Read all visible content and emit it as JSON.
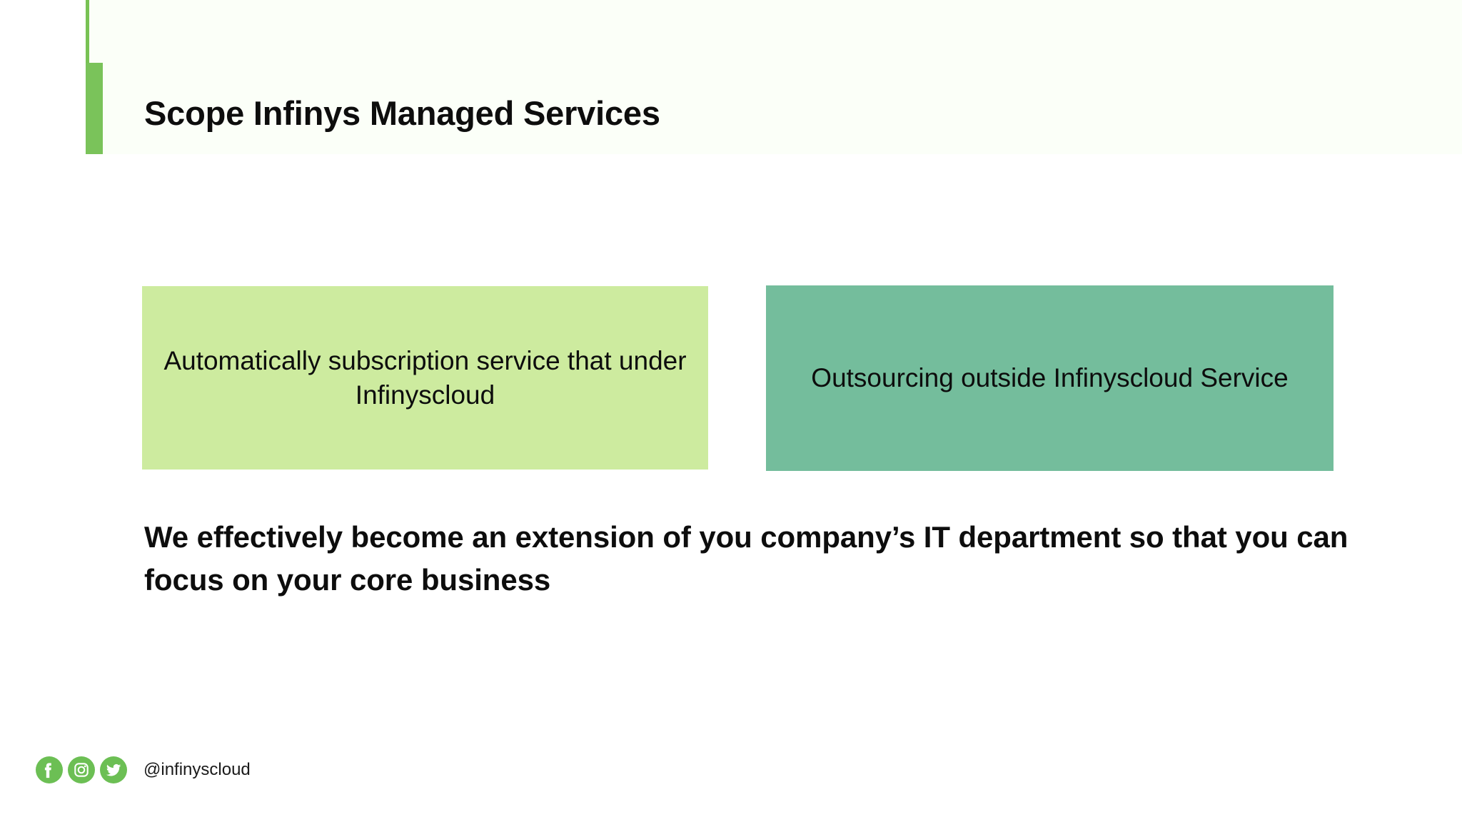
{
  "slide": {
    "title": "Scope Infinys Managed Services",
    "accent_color": "#7ac35a",
    "header_panel_color": "#fbfff8",
    "background_color": "#ffffff"
  },
  "boxes": [
    {
      "id": "automatic-subscription",
      "text": "Automatically subscription service that under Infinyscloud",
      "color": "#cdeb9f"
    },
    {
      "id": "outsourcing",
      "text": "Outsourcing outside Infinyscloud Service",
      "color": "#74bd9c"
    }
  ],
  "statement": "We effectively become an extension of you company’s IT department so that you can focus on your core business",
  "footer": {
    "handle": "@infinyscloud",
    "icon_color": "#6cbf54",
    "icons": [
      {
        "name": "facebook-icon",
        "label": "Facebook"
      },
      {
        "name": "instagram-icon",
        "label": "Instagram"
      },
      {
        "name": "twitter-icon",
        "label": "Twitter"
      }
    ]
  }
}
